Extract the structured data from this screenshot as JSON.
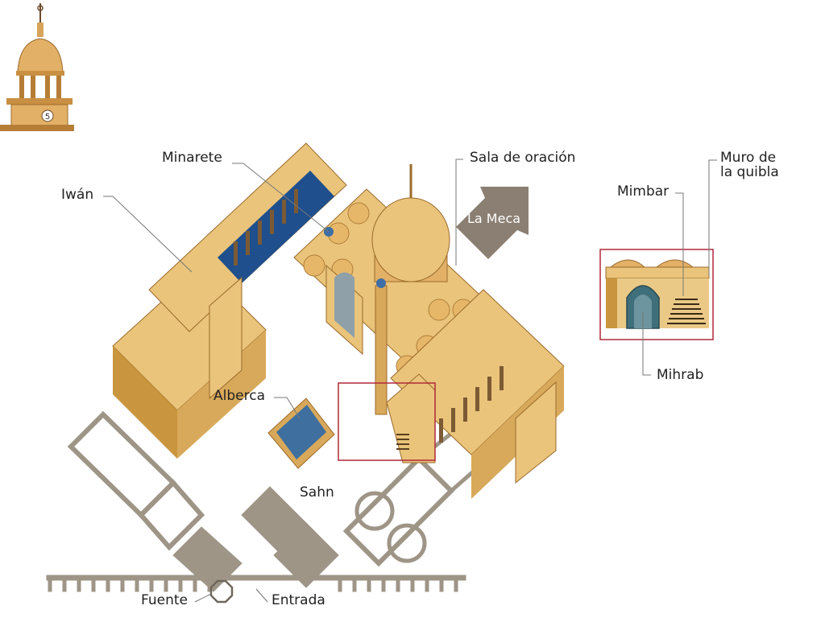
{
  "page_badge": "5",
  "labels": {
    "minarete": "Minarete",
    "sala_de_oracion": "Sala de oración",
    "iwan": "Iwán",
    "la_meca": "La Meca",
    "alberca": "Alberca",
    "sahn": "Sahn",
    "fuente": "Fuente",
    "entrada": "Entrada",
    "mimbar": "Mimbar",
    "muro_quibla": "Muro de\nla quibla",
    "mihrab": "Mihrab"
  },
  "colors": {
    "sandstone": "#e9c47a",
    "sandstone_dark": "#c9963f",
    "pool_blue": "#1f4f8c",
    "plan_gray": "#9e9587",
    "arrow_gray": "#8a7f72",
    "highlight_red": "#b0283a"
  }
}
